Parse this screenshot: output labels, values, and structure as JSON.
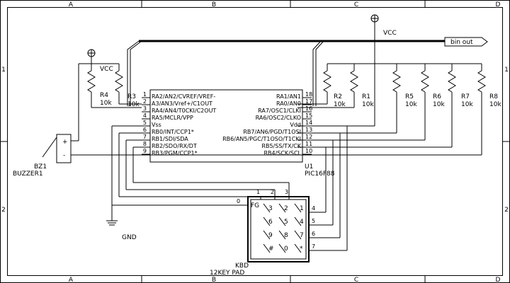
{
  "frame": {
    "col_labels": [
      "A",
      "B",
      "C",
      "D"
    ],
    "row_labels": [
      "1",
      "2"
    ]
  },
  "power": {
    "vcc_left": "VCC",
    "vcc_right": "VCC",
    "gnd": "GND"
  },
  "bus": {
    "label": "bin out"
  },
  "resistors": [
    {
      "ref": "R4",
      "value": "10k"
    },
    {
      "ref": "R3",
      "value": "10k"
    },
    {
      "ref": "R2",
      "value": "10k"
    },
    {
      "ref": "R1",
      "value": "10k"
    },
    {
      "ref": "R5",
      "value": "10k"
    },
    {
      "ref": "R6",
      "value": "10k"
    },
    {
      "ref": "R7",
      "value": "10k"
    },
    {
      "ref": "R8",
      "value": "10k"
    }
  ],
  "buzzer": {
    "ref": "BZ1",
    "name": "BUZZER1",
    "plus": "+",
    "minus": "-"
  },
  "mcu": {
    "ref": "U1",
    "part": "PIC16F88",
    "left_pins": [
      {
        "num": "1",
        "name": "RA2/AN2/CVREF/VREF-"
      },
      {
        "num": "2",
        "name": "A3/AN3/Vref+/C1OUT"
      },
      {
        "num": "3",
        "name": "RA4/AN4/T0CKI/C2OUT"
      },
      {
        "num": "4",
        "name": "RA5/MCLR/VPP"
      },
      {
        "num": "5",
        "name": "Vss"
      },
      {
        "num": "6",
        "name": "RB0/INT/CCP1*"
      },
      {
        "num": "7",
        "name": "RB1/SDI/SDA"
      },
      {
        "num": "8",
        "name": "RB2/SDO/RX/DT"
      },
      {
        "num": "9",
        "name": "RB3/PGM/CCP1*"
      }
    ],
    "right_pins": [
      {
        "num": "18",
        "name": "RA1/AN1"
      },
      {
        "num": "17",
        "name": "RA0/AN0"
      },
      {
        "num": "16",
        "name": "RA7/OSC1/CLKI"
      },
      {
        "num": "15",
        "name": "RA6/OSC2/CLKO"
      },
      {
        "num": "14",
        "name": "Vdd"
      },
      {
        "num": "13",
        "name": "RB7/AN6/PGD/T1OSI"
      },
      {
        "num": "12",
        "name": "RB6/AN5/PGC/T1OSO/T1CKI"
      },
      {
        "num": "11",
        "name": "RB5/SS/TX/CK"
      },
      {
        "num": "10",
        "name": "RB4/SCK/SCL"
      }
    ]
  },
  "keypad": {
    "ref": "KBD",
    "name": "12KEY PAD",
    "fg": "FG",
    "col_pins": [
      "1",
      "2",
      "3"
    ],
    "row_pins": [
      "4",
      "5",
      "6",
      "7"
    ],
    "common_pin": "0",
    "keys": [
      [
        "3",
        "2",
        "1"
      ],
      [
        "6",
        "5",
        "4"
      ],
      [
        "9",
        "8",
        "7"
      ],
      [
        "#",
        "0",
        "*"
      ]
    ]
  }
}
